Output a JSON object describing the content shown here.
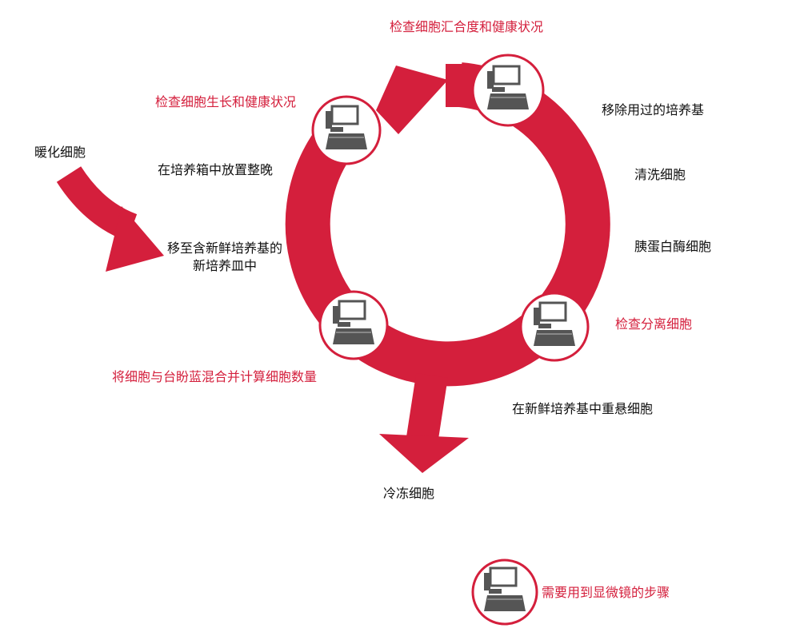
{
  "colors": {
    "accent": "#d41f3c",
    "text": "#111111",
    "icon": "#555555",
    "background": "#ffffff"
  },
  "icon_name": "microscope-icon",
  "labels": {
    "warm_cells": "暖化细胞",
    "move_to_fresh_line1": "移至含新鲜培养基的",
    "move_to_fresh_line2": "新培养皿中",
    "incubate_overnight": "在培养箱中放置整晚",
    "check_growth_health": "检查细胞生长和健康状况",
    "check_confluence_health": "检查细胞汇合度和健康状况",
    "remove_used_medium": "移除用过的培养基",
    "wash_cells": "清洗细胞",
    "trypsinize_cells": "胰蛋白酶细胞",
    "check_detached_cells": "检查分离细胞",
    "resuspend_cells": "在新鲜培养基中重悬细胞",
    "trypan_blue_count": "将细胞与台盼蓝混合并计算细胞数量",
    "freeze_cells": "冷冻细胞"
  },
  "legend": {
    "text": "需要用到显微镜的步骤"
  }
}
